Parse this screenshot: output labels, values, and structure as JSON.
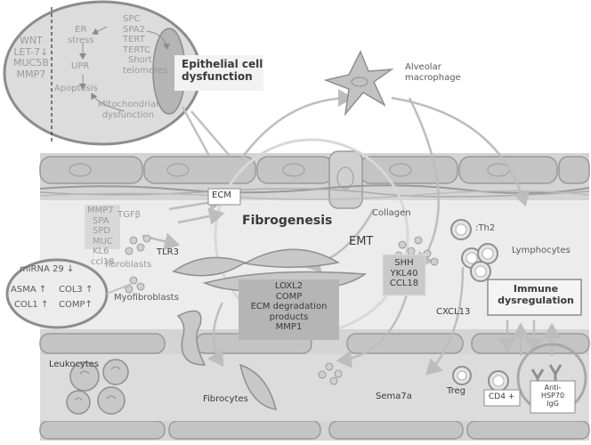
{
  "title_epithelial": "Epithelial cell\ndysfunction",
  "title_fibrogenesis": "Fibrogenesis",
  "title_immune": "Immune\ndysregulation",
  "inset_left": [
    "WNT",
    "LET-7↓",
    "MUC5B",
    "MMP7"
  ],
  "inset_er": "ER\nstress",
  "inset_upr": "UPR",
  "inset_apoptosis": "Apoptosis",
  "inset_mito": "Mitochondrial\ndysfunction",
  "inset_genes": [
    "SPC",
    "SPA2",
    "TERT",
    "TERTC",
    "Short",
    "telomeres"
  ],
  "alveolar_macrophage": "Alveolar\nmacrophage",
  "ecm": "ECM",
  "collagen": "Collagen",
  "tgf": "TGFβ",
  "mmp_list": [
    "MMP7",
    "SPA",
    "SPD",
    "MUC",
    "KL6",
    "ccl18"
  ],
  "fibroblasts": "fibroblasts",
  "tlr3": "TLR3",
  "myofibroblasts": "Myofibroblasts",
  "mirna": "miRNA 29 ↓",
  "asma": "ASMA ↑",
  "col3": "COL3 ↑",
  "col1": "COL1 ↑",
  "comp_up": "COMP↑",
  "emt": "EMT",
  "loxl2_box": [
    "LOXL2",
    "COMP",
    "ECM degradation",
    "products",
    "MMP1"
  ],
  "shh_box": [
    "SHH",
    "YKL40",
    "CCL18"
  ],
  "th2": ":Th2",
  "lymphocytes": "Lymphocytes",
  "cxcl13": "CXCL13",
  "leukocytes": "Leukocytes",
  "fibrocytes": "Fibrocytes",
  "sema7a": "Sema7a",
  "treg": "Treg",
  "cd4": "CD4 +",
  "anti_hsp70": "Anti-\nHSP70\nIgG"
}
